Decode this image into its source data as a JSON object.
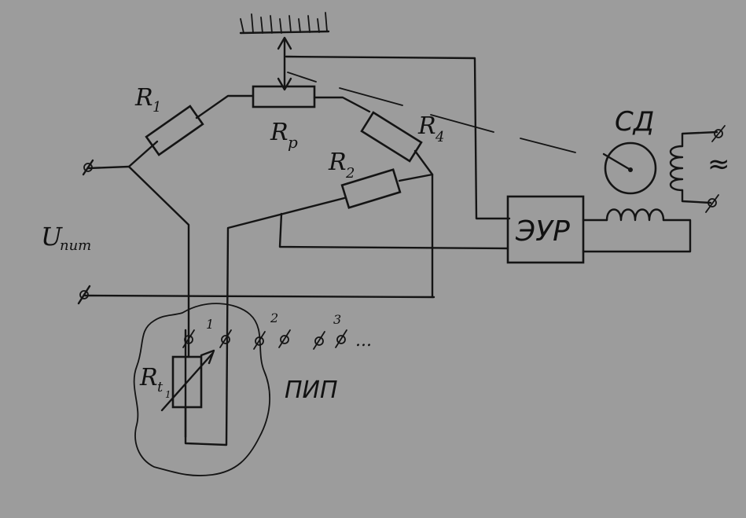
{
  "labels": {
    "r1": "R",
    "r1_sub": "1",
    "rp": "R",
    "rp_sub": "p",
    "r4": "R",
    "r4_sub": "4",
    "r2": "R",
    "r2_sub": "2",
    "rt": "R",
    "rt_sub": "t",
    "rt_subsub": "1",
    "supply": "U",
    "supply_sub": "пит",
    "eur": "ЭУР",
    "cd": "СД",
    "ac": "≈",
    "pip": "ПИП",
    "terminal_1": "1",
    "terminal_2": "2",
    "terminal_3": "3",
    "terminal_more": "...",
    "terminal_mark": "ϕ"
  }
}
